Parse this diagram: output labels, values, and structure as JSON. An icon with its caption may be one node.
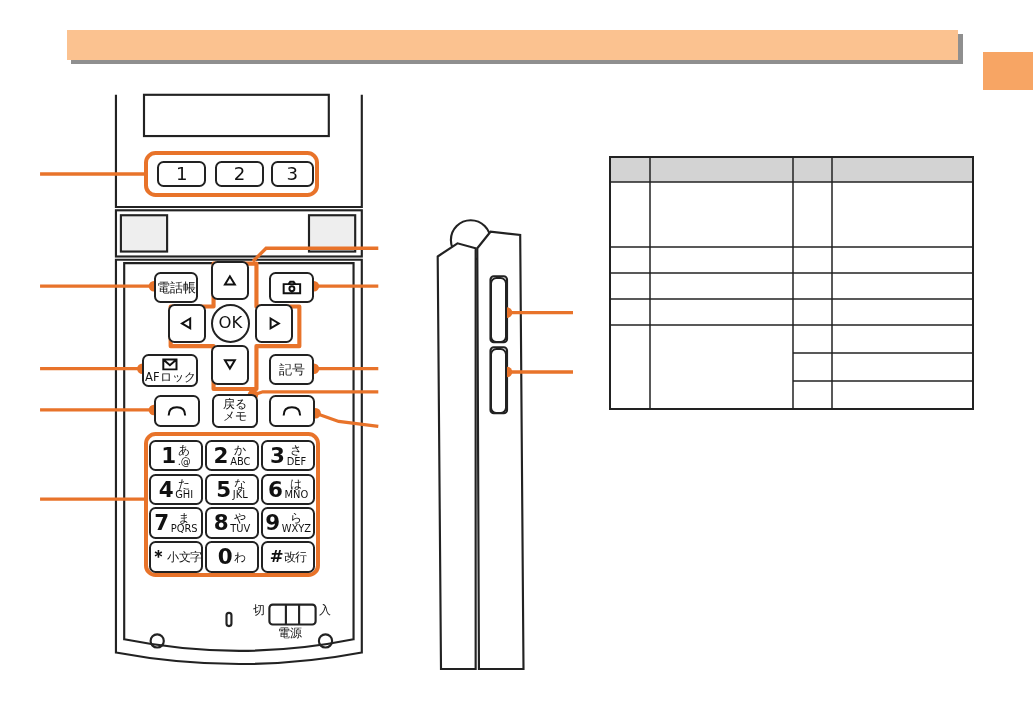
{
  "diagram": {
    "nodes": [
      {
        "text": [],
        "shape": "box"
      },
      {
        "text": [
          "1"
        ],
        "in": 0
      },
      {
        "text": [
          "2"
        ],
        "in": 0
      },
      {
        "text": [
          "3"
        ],
        "in": 0
      },
      {
        "text": [
          "電話帳"
        ]
      },
      {
        "text": [],
        "shape": "box"
      },
      {
        "text": [],
        "shape": "box",
        "in": 5
      },
      {
        "text": [],
        "shape": "box",
        "in": 5
      },
      {
        "text": [
          "OK"
        ],
        "in": 5
      },
      {
        "text": [],
        "shape": "box",
        "in": 5
      },
      {
        "text": [],
        "shape": "box",
        "in": 5
      },
      {
        "text": [],
        "shape": "box"
      },
      {
        "text": [
          "AFロック"
        ]
      },
      {
        "text": [
          "記号"
        ]
      },
      {
        "text": [],
        "shape": "box"
      },
      {
        "text": [
          "戻る",
          "メモ"
        ]
      },
      {
        "text": [],
        "shape": "box"
      },
      {
        "text": [],
        "shape": "box"
      },
      {
        "text": [
          "1",
          "あ",
          ".@"
        ],
        "in": 17
      },
      {
        "text": [
          "2",
          "か",
          "ABC"
        ],
        "in": 17
      },
      {
        "text": [
          "3",
          "さ",
          "DEF"
        ],
        "in": 17
      },
      {
        "text": [
          "4",
          "た",
          "GHI"
        ],
        "in": 17
      },
      {
        "text": [
          "5",
          "な",
          "JKL"
        ],
        "in": 17
      },
      {
        "text": [
          "6",
          "は",
          "MNO"
        ],
        "in": 17
      },
      {
        "text": [
          "7",
          "ま",
          "PQRS"
        ],
        "in": 17
      },
      {
        "text": [
          "8",
          "や",
          "TUV"
        ],
        "in": 17
      },
      {
        "text": [
          "9",
          "ら",
          "WXYZ"
        ],
        "in": 17
      },
      {
        "text": [
          "＊",
          "小文字"
        ],
        "in": 17
      },
      {
        "text": [
          "0",
          "わ"
        ],
        "in": 17
      },
      {
        "text": [
          "#",
          "改行"
        ],
        "in": 17
      },
      {
        "text": [],
        "shape": "box"
      },
      {
        "text": [],
        "shape": "box"
      }
    ],
    "edges": [
      {
        "from": null,
        "to": 0,
        "arrow": "none"
      },
      {
        "from": null,
        "to": 4,
        "arrow": "other"
      },
      {
        "from": null,
        "to": 12,
        "arrow": "other"
      },
      {
        "from": null,
        "to": 14,
        "arrow": "other"
      },
      {
        "from": null,
        "to": 17,
        "arrow": "none"
      },
      {
        "from": null,
        "to": 5,
        "arrow": "none"
      },
      {
        "from": null,
        "to": 11,
        "arrow": "other"
      },
      {
        "from": null,
        "to": 13,
        "arrow": "other"
      },
      {
        "from": null,
        "to": 15,
        "arrow": "other"
      },
      {
        "from": null,
        "to": 16,
        "arrow": "other"
      },
      {
        "from": null,
        "to": 30,
        "arrow": "other"
      },
      {
        "from": null,
        "to": 31,
        "arrow": "other"
      }
    ],
    "labels": [
      "切",
      "入",
      "電源"
    ]
  }
}
